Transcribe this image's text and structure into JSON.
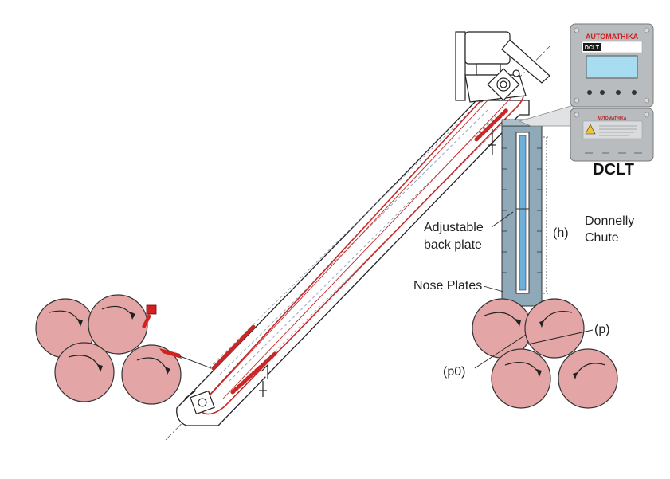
{
  "labels": {
    "adjustable_line1": "Adjustable",
    "adjustable_line2": "back plate",
    "h": "(h)",
    "donnelly_line1": "Donnelly",
    "donnelly_line2": "Chute",
    "nose_plates": "Nose Plates",
    "p": "(p)",
    "p0": "(p0)",
    "dclt": "DCLT"
  },
  "device": {
    "brand": "AUTOMATHIKA",
    "model": "DCLT",
    "lower_brand": "AUTOMATHIKA"
  },
  "colors": {
    "roll_fill": "#e3a5a5",
    "chain": "#c62828",
    "chute_fill": "#8fa9b8",
    "device_gray": "#b9bcbf",
    "screen": "#a8dcf0"
  }
}
